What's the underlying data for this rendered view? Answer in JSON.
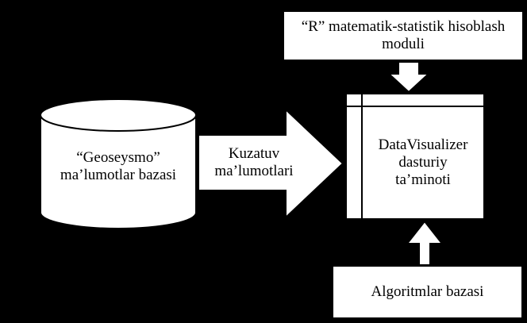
{
  "colors": {
    "background": "#000000",
    "shape_fill": "#ffffff",
    "text": "#000000"
  },
  "diagram": {
    "database": {
      "line1": "“Geoseysmo”",
      "line2": "ma’lumotlar bazasi"
    },
    "observation_arrow": {
      "line1": "Kuzatuv",
      "line2": "ma’lumotlari"
    },
    "r_module": {
      "line1": "“R” matematik-statistik hisoblash",
      "line2": "moduli"
    },
    "software": {
      "line1": "DataVisualizer",
      "line2": "dasturiy",
      "line3": "ta’minoti"
    },
    "algorithms": {
      "label": "Algoritmlar bazasi"
    }
  }
}
